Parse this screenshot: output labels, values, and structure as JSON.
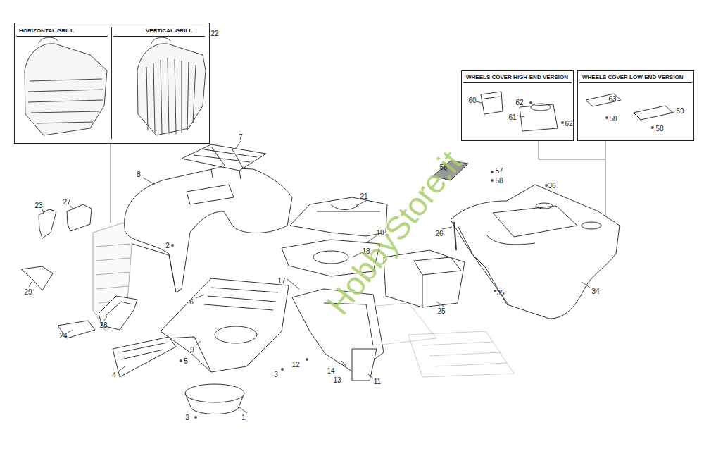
{
  "diagram": {
    "nodes": [
      {
        "text": [
          "HORIZONTAL GRILL",
          "VERTICAL GRILL"
        ]
      },
      {
        "text": [
          "WHEELS COVER HIGH-END VERSION"
        ]
      },
      {
        "text": [
          "WHEELS COVER LOW-END VERSION"
        ]
      }
    ],
    "labels": [
      "22",
      "7",
      "8",
      "23",
      "27",
      "2",
      "29",
      "24",
      "28",
      "6",
      "4",
      "5",
      "9",
      "3",
      "3",
      "1",
      "21",
      "19",
      "18",
      "17",
      "12",
      "14",
      "13",
      "11",
      "26",
      "25",
      "35",
      "34",
      "36",
      "56",
      "57",
      "58",
      "60",
      "62",
      "61",
      "62",
      "63",
      "58",
      "59",
      "58",
      "HobbyStore.it"
    ]
  }
}
